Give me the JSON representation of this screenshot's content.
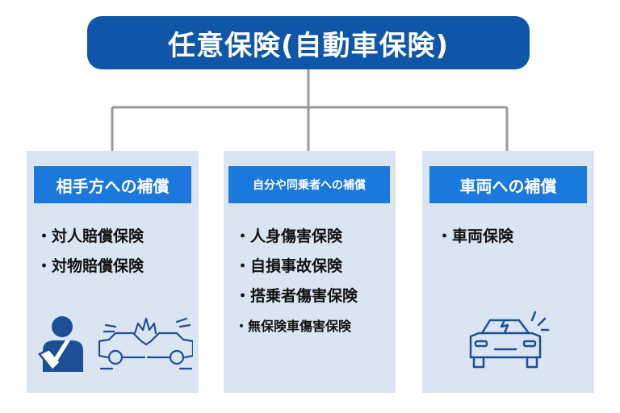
{
  "title": "任意保険(自動車保険)",
  "colors": {
    "title_bg": "#0f55a8",
    "header_bg": "#1b78dc",
    "card_bg": "#dbe4f1",
    "icon_blue": "#1d4f96",
    "connector": "#999999"
  },
  "cards": [
    {
      "header": "相手方への補償",
      "items": [
        "・対人賠償保険",
        "・対物賠償保険"
      ],
      "icons": [
        "injured-person-icon",
        "car-collision-icon"
      ]
    },
    {
      "header": "自分や同乗者への補償",
      "items": [
        "・人身傷害保険",
        "・自損事故保険",
        "・搭乗者傷害保険",
        "・無保険車傷害保険"
      ]
    },
    {
      "header": "車両への補償",
      "items": [
        "・車両保険"
      ],
      "icons": [
        "damaged-car-icon"
      ]
    }
  ]
}
